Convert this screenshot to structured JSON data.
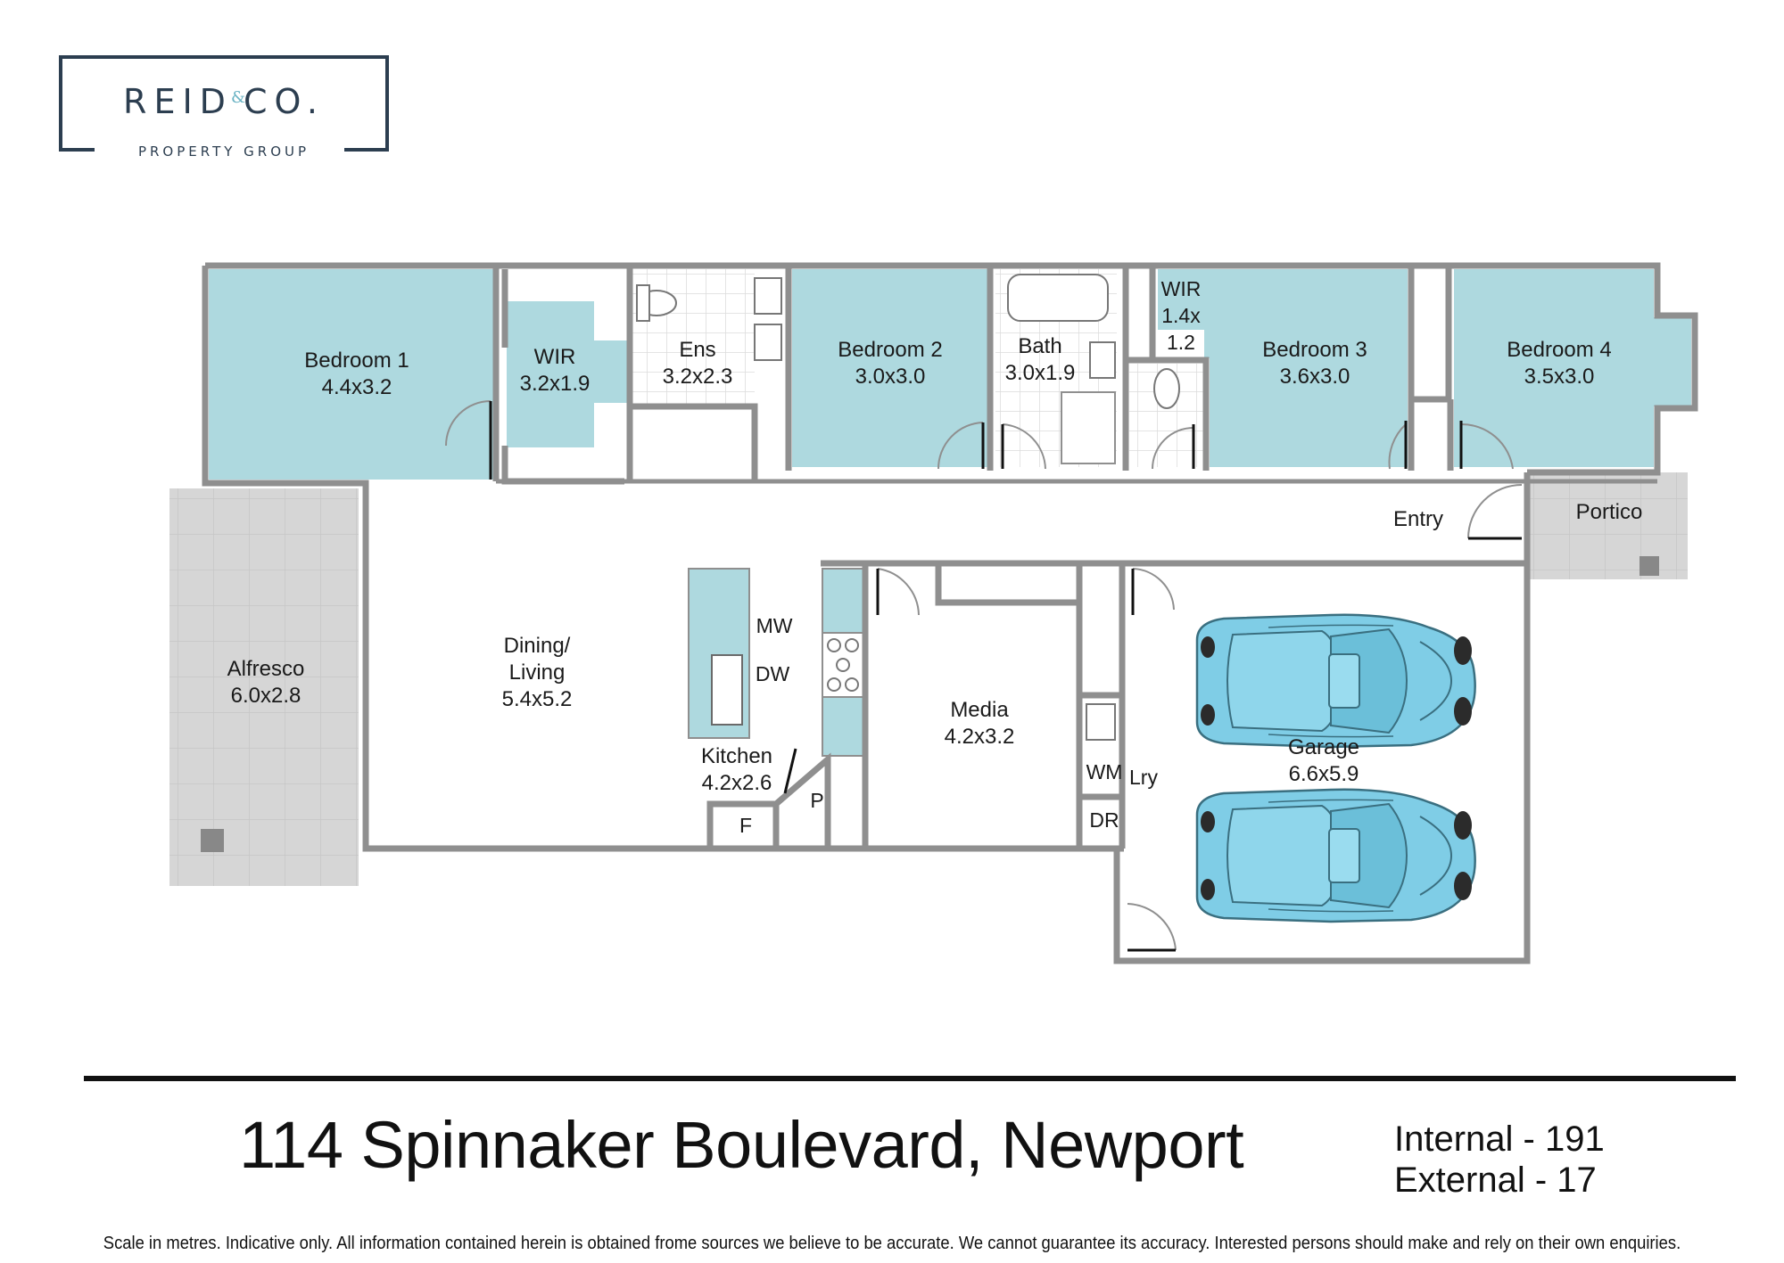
{
  "logo": {
    "name_left": "REID",
    "ampersand": "&",
    "name_right": "CO.",
    "subtitle": "PROPERTY GROUP"
  },
  "rooms": {
    "bedroom1": {
      "name": "Bedroom 1",
      "size": "4.4x3.2"
    },
    "wir1": {
      "name": "WIR",
      "size": "3.2x1.9"
    },
    "ensuite": {
      "name": "Ens",
      "size": "3.2x2.3"
    },
    "bedroom2": {
      "name": "Bedroom 2",
      "size": "3.0x3.0"
    },
    "bath": {
      "name": "Bath",
      "size": "3.0x1.9"
    },
    "wir2": {
      "name": "WIR",
      "size_a": "1.4x",
      "size_b": "1.2"
    },
    "bedroom3": {
      "name": "Bedroom 3",
      "size": "3.6x3.0"
    },
    "bedroom4": {
      "name": "Bedroom 4",
      "size": "3.5x3.0"
    },
    "entry": {
      "name": "Entry"
    },
    "portico": {
      "name": "Portico"
    },
    "alfresco": {
      "name": "Alfresco",
      "size": "6.0x2.8"
    },
    "dining": {
      "name_a": "Dining/",
      "name_b": "Living",
      "size": "5.4x5.2"
    },
    "kitchen": {
      "name": "Kitchen",
      "size": "4.2x2.6",
      "mw": "MW",
      "dw": "DW",
      "pantry": "P",
      "fridge": "F"
    },
    "media": {
      "name": "Media",
      "size": "4.2x3.2"
    },
    "laundry": {
      "wm": "WM",
      "name": "Lry",
      "dr": "DR"
    },
    "garage": {
      "name": "Garage",
      "size": "6.6x5.9"
    }
  },
  "address": "114 Spinnaker Boulevard, Newport",
  "areas": {
    "internal": "Internal - 191",
    "external": "External - 17"
  },
  "disclaimer": "Scale in metres. Indicative only. All information contained herein is obtained frome sources we believe to be accurate. We cannot guarantee its accuracy. Interested persons should make and rely on their own enquiries.",
  "colors": {
    "room_fill": "#aed9df",
    "wall": "#8f8f8f",
    "paving": "#d7d7d7",
    "car": "#7fcde6",
    "logo": "#2c3e50",
    "logo_accent": "#6bb3c4"
  }
}
